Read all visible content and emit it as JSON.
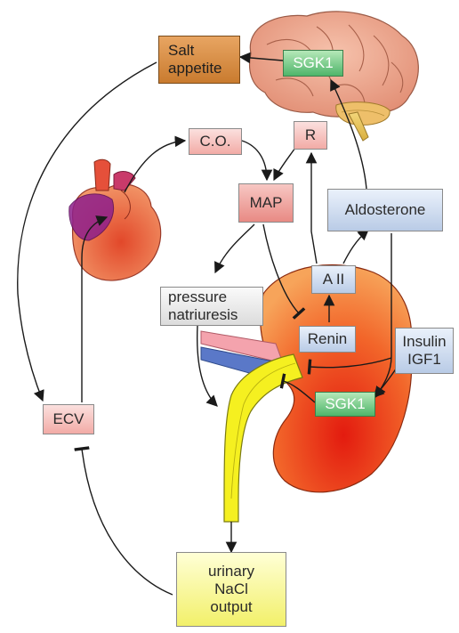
{
  "labels": {
    "salt_appetite": "Salt\nappetite",
    "sgk1_brain": "SGK1",
    "co": "C.O.",
    "r": "R",
    "map": "MAP",
    "aldosterone": "Aldosterone",
    "pressure_natriuresis": "pressure\nnatriuresis",
    "a2": "A II",
    "renin": "Renin",
    "insulin_igf1": "Insulin\nIGF1",
    "sgk1_kidney": "SGK1",
    "ecv": "ECV",
    "urinary_output": "urinary\nNaCl\noutput"
  },
  "colors": {
    "arrow": "#1a1a1a",
    "kidney": "#ee4a20",
    "heart": "#e56a4e",
    "brain": "#e9a28c",
    "ureter": "#f5f020",
    "vein": "#5a78c8",
    "artery": "#f08a9a"
  }
}
